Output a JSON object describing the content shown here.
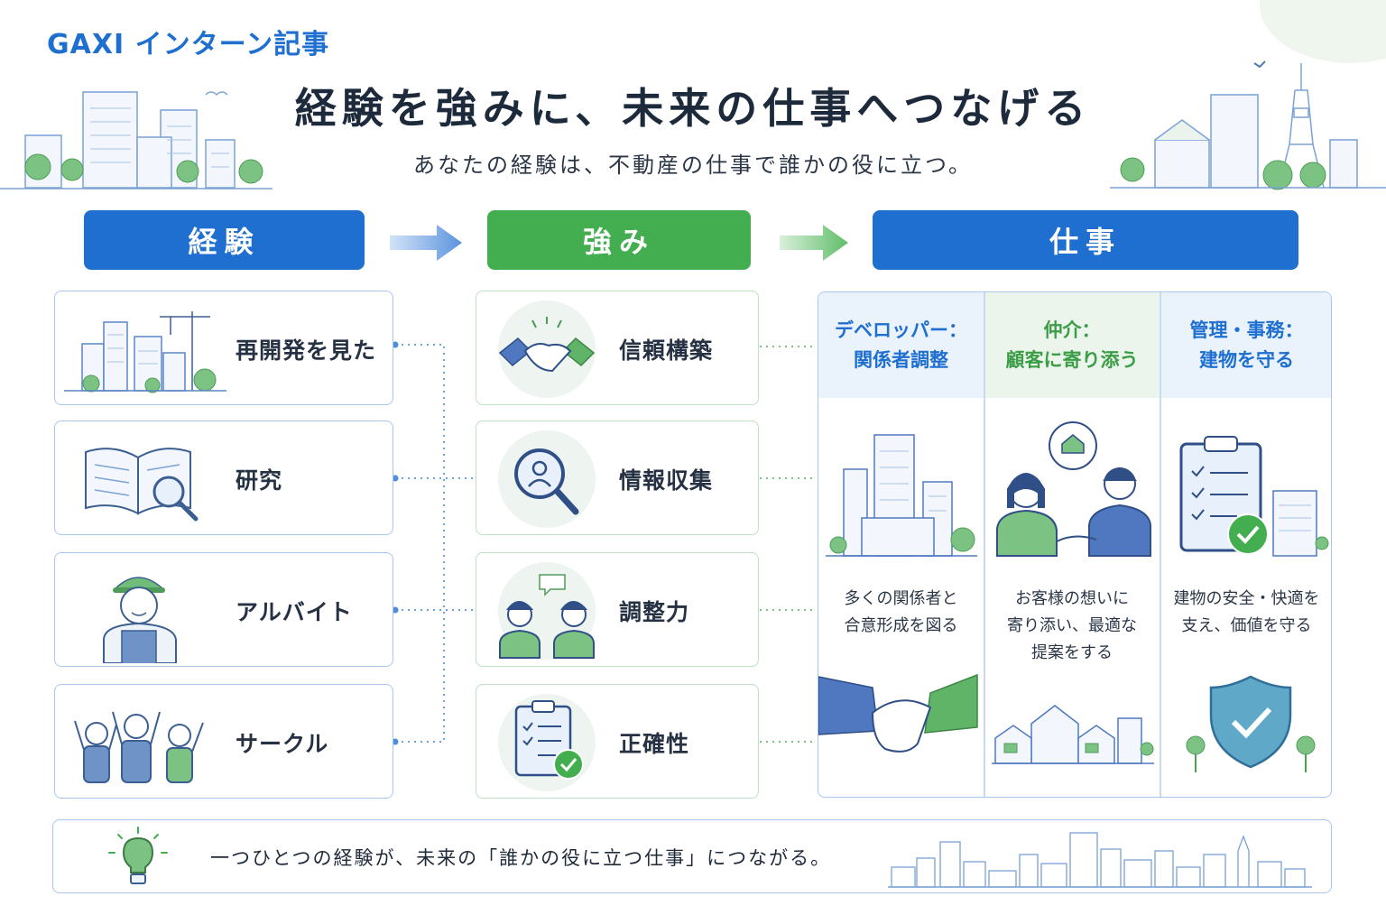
{
  "header": {
    "brand": "GAXI インターン記事",
    "title": "経験を強みに、未来の仕事へつなげる",
    "subtitle": "あなたの経験は、不動産の仕事で誰かの役に立つ。"
  },
  "columns": {
    "experience": "経験",
    "strength": "強み",
    "job": "仕事"
  },
  "experiences": [
    {
      "label": "再開発を見た",
      "icon": "city-crane-icon"
    },
    {
      "label": "研究",
      "icon": "book-magnifier-icon"
    },
    {
      "label": "アルバイト",
      "icon": "worker-icon"
    },
    {
      "label": "サークル",
      "icon": "group-cheer-icon"
    }
  ],
  "strengths": [
    {
      "label": "信頼構築",
      "icon": "handshake-icon"
    },
    {
      "label": "情報収集",
      "icon": "magnifier-person-icon"
    },
    {
      "label": "調整力",
      "icon": "conversation-icon"
    },
    {
      "label": "正確性",
      "icon": "clipboard-check-icon"
    }
  ],
  "jobs": [
    {
      "title_1": "デベロッパー：",
      "title_2": "関係者調整",
      "desc_1": "多くの関係者と",
      "desc_2": "合意形成を図る",
      "desc_3": "",
      "icon": "buildings-icon",
      "bottom_icon": "handshake-icon"
    },
    {
      "title_1": "仲介：",
      "title_2": "顧客に寄り添う",
      "desc_1": "お客様の想いに",
      "desc_2": "寄り添い、最適な",
      "desc_3": "提案をする",
      "icon": "consultation-icon",
      "bottom_icon": "houses-icon"
    },
    {
      "title_1": "管理・事務：",
      "title_2": "建物を守る",
      "desc_1": "建物の安全・快適を",
      "desc_2": "支え、価値を守る",
      "desc_3": "",
      "icon": "clipboard-building-icon",
      "bottom_icon": "shield-check-icon"
    }
  ],
  "footer": {
    "message": "一つひとつの経験が、未来の「誰かの役に立つ仕事」につながる。",
    "icon": "lightbulb-icon"
  },
  "colors": {
    "blue": "#1e6fd0",
    "green": "#43ae4f",
    "blue_text": "#1e6fd0",
    "green_text": "#3c9d47"
  }
}
